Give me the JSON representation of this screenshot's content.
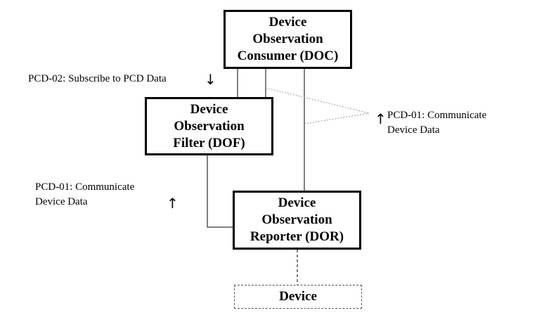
{
  "boxes": {
    "doc": {
      "line1": "Device",
      "line2": "Observation",
      "line3": "Consumer (DOC)"
    },
    "dof": {
      "line1": "Device",
      "line2": "Observation",
      "line3": "Filter (DOF)"
    },
    "dor": {
      "line1": "Device",
      "line2": "Observation",
      "line3": "Reporter (DOR)"
    },
    "device": {
      "label": "Device"
    }
  },
  "transactions": {
    "pcd02": {
      "text": "PCD-02: Subscribe to PCD Data",
      "direction": "down"
    },
    "pcd01_right": {
      "line1": "PCD-01: Communicate",
      "line2": "Device Data",
      "direction": "up"
    },
    "pcd01_left": {
      "line1": "PCD-01: Communicate",
      "line2": "Device Data",
      "direction": "up"
    }
  },
  "icons": {
    "down_arrow": "down-arrow-icon",
    "up_arrow": "up-arrow-icon"
  },
  "colors": {
    "box_border": "#000000",
    "dotted_leader": "#999999",
    "device_border": "#555555"
  }
}
